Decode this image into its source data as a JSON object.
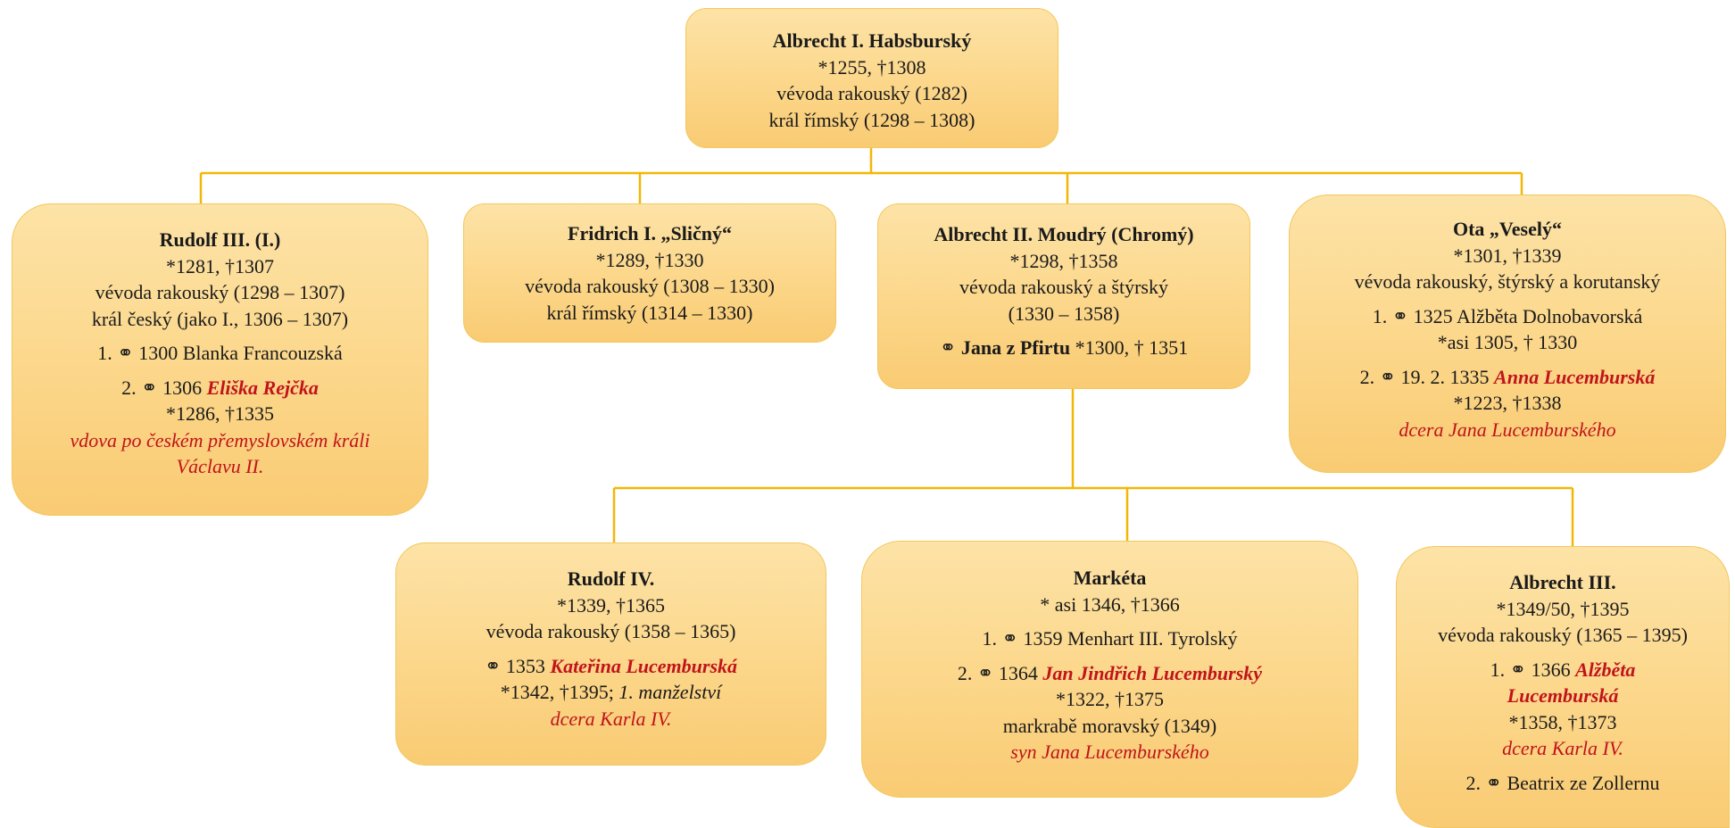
{
  "marriage_symbol": "⚭",
  "root": {
    "name": "Albrecht I. Habsburský",
    "dates": "*1255, †1308",
    "title1": "vévoda rakouský (1282)",
    "title2": "král římský (1298 – 1308)"
  },
  "rudolf3": {
    "name": "Rudolf III. (I.)",
    "dates": "*1281, †1307",
    "title1": "vévoda rakouský (1298 – 1307)",
    "title2": "král český (jako I., 1306 – 1307)",
    "m1_num": "1.",
    "m1_text": " 1300 Blanka Francouzská",
    "m2_num": "2.",
    "m2_year": " 1306 ",
    "m2_spouse": "Eliška Rejčka",
    "m2_dates": "*1286, †1335",
    "m2_note1": "vdova po českém přemyslovském králi",
    "m2_note2": "Václavu II."
  },
  "fridrich": {
    "name": "Fridrich I. „Sličný“",
    "dates": "*1289, †1330",
    "title1": "vévoda rakouský (1308 – 1330)",
    "title2": "král římský (1314 – 1330)"
  },
  "albrecht2": {
    "name": "Albrecht II. Moudrý (Chromý)",
    "dates": "*1298, †1358",
    "title1": "vévoda rakouský a štýrský",
    "title2": "(1330 – 1358)",
    "spouse": " Jana z Pfirtu",
    "spouse_dates": " *1300, † 1351"
  },
  "ota": {
    "name": "Ota „Veselý“",
    "dates": "*1301, †1339",
    "title1": "vévoda rakouský, štýrský a korutanský",
    "m1_num": "1.",
    "m1_text": " 1325 Alžběta Dolnobavorská",
    "m1_dates": "*asi 1305, † 1330",
    "m2_num": "2.",
    "m2_year": " 19. 2. 1335 ",
    "m2_spouse": "Anna Lucemburská",
    "m2_dates": "*1223, †1338",
    "m2_note": "dcera Jana Lucemburského"
  },
  "rudolf4": {
    "name": "Rudolf IV.",
    "dates": "*1339, †1365",
    "title1": "vévoda rakouský (1358 – 1365)",
    "m_year": " 1353 ",
    "m_spouse": "Kateřina Lucemburská",
    "m_dates": "*1342, †1395; ",
    "m_note_it": "1. manželství",
    "m_note": "dcera Karla IV."
  },
  "marketa": {
    "name": "Markéta",
    "dates": "* asi 1346, †1366",
    "m1_num": "1.",
    "m1_text": " 1359 Menhart III. Tyrolský",
    "m2_num": "2.",
    "m2_year": " 1364 ",
    "m2_spouse": "Jan Jindřich Lucemburský",
    "m2_dates": "*1322, †1375",
    "m2_title": "markrabě moravský (1349)",
    "m2_note": "syn Jana Lucemburského"
  },
  "albrecht3": {
    "name": "Albrecht III.",
    "dates": "*1349/50, †1395",
    "title1": "vévoda rakouský (1365 – 1395)",
    "m1_num": "1.",
    "m1_year": " 1366 ",
    "m1_spouse_a": "Alžběta",
    "m1_spouse_b": "Lucemburská",
    "m1_dates": "*1358, †1373",
    "m1_note": "dcera Karla IV.",
    "m2_num": "2.",
    "m2_text": " Beatrix ze Zollernu"
  },
  "colors": {
    "connector": "#f2b705",
    "border": "#f2c75c",
    "fill_top": "#fde3a7",
    "fill_bottom": "#f9cb73",
    "highlight": "#c0141b"
  }
}
